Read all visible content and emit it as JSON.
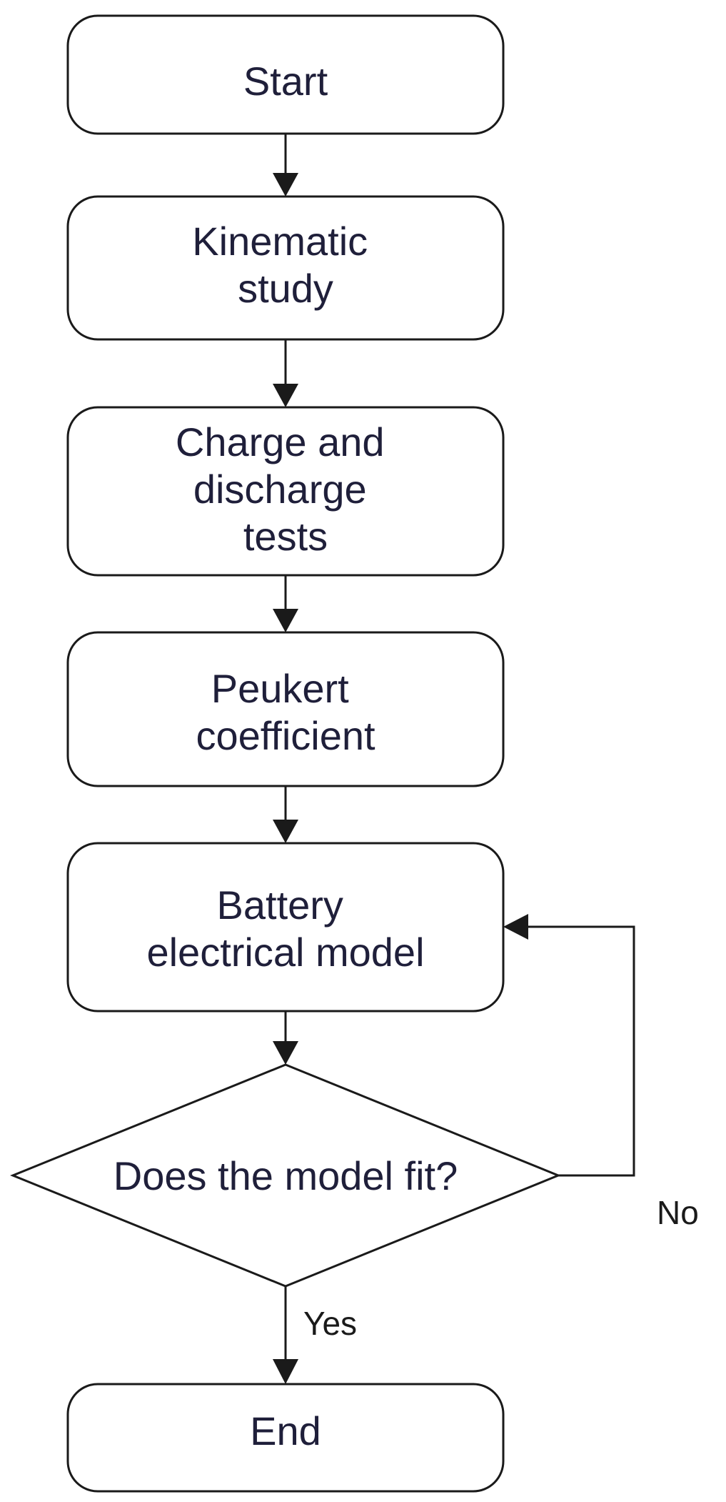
{
  "flowchart": {
    "nodes": {
      "start": {
        "lines": [
          "Start"
        ]
      },
      "kinematic": {
        "lines": [
          "Kinematic",
          "study"
        ]
      },
      "tests": {
        "lines": [
          "Charge and",
          "discharge",
          "tests"
        ]
      },
      "peukert": {
        "lines": [
          "Peukert",
          "coefficient"
        ]
      },
      "battery": {
        "lines": [
          "Battery",
          "electrical model"
        ]
      },
      "decision": {
        "lines": [
          "Does the model fit?"
        ]
      },
      "end": {
        "lines": [
          "End"
        ]
      }
    },
    "edges": {
      "no_label": "No",
      "yes_label": "Yes"
    }
  }
}
